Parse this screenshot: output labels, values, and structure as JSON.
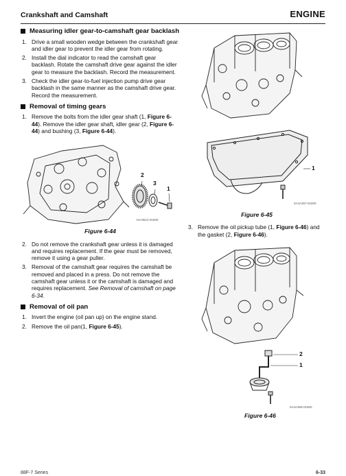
{
  "header": {
    "section_title": "Crankshaft and Camshaft",
    "chapter": "ENGINE"
  },
  "left": {
    "sec1": {
      "title": "Measuring idler gear-to-camshaft gear backlash",
      "steps": [
        {
          "n": "1.",
          "text": "Drive a small wooden wedge between the crankshaft gear and idler gear to prevent the idler gear from rotating."
        },
        {
          "n": "2.",
          "text": "Install the dial indicator to read the camshaft gear backlash. Rotate the camshaft drive gear against the idler gear to measure the backlash. Record the measurement."
        },
        {
          "n": "3.",
          "text": "Check the idler gear-to-fuel injection pump drive gear backlash in the same manner as the camshaft drive gear. Record the measurement."
        }
      ]
    },
    "sec2": {
      "title": "Removal of timing gears",
      "step1": {
        "n": "1.",
        "t1": "Remove the bolts from the idler gear shaft (1, ",
        "fig": "Figure 6-44",
        "t2": "). Remove the idler gear shaft, idler gear (2, ",
        "t3": ") and bushing (3, ",
        "t4": ")."
      }
    },
    "fig44": {
      "caption": "Figure 6-44",
      "callouts": [
        "1",
        "2",
        "3"
      ],
      "id": "A4A3512-01600"
    },
    "sec2b": {
      "steps": [
        {
          "n": "2.",
          "text": "Do not remove the crankshaft gear unless it is damaged and requires replacement. If the gear must be removed, remove it using a gear puller."
        },
        {
          "n": "3.",
          "text": "Removal of the camshaft gear requires the camshaft be removed and placed in a press. Do not remove the camshaft gear unless it or the camshaft is damaged and requires replacement. ",
          "see": "See Removal of camshaft on page 6-34",
          "end": "."
        }
      ]
    },
    "sec3": {
      "title": "Removal of oil pan",
      "steps": [
        {
          "n": "1.",
          "text": "Invert the engine (oil pan up) on the engine stand."
        },
        {
          "n": "2.",
          "text_a": "Remove the oil pan(1, ",
          "fig": "Figure 6-45",
          "text_b": ")."
        }
      ]
    }
  },
  "right": {
    "fig45": {
      "caption": "Figure 6-45",
      "callout": "1",
      "id": "0A4A357-01600"
    },
    "step3": {
      "n": "3.",
      "t1": "Remove the oil pickup tube (1, ",
      "fig": "Figure 6-46",
      "t2": ") and the gasket (2, ",
      "t3": ")."
    },
    "fig46": {
      "caption": "Figure 6-46",
      "callouts": [
        "2",
        "1"
      ],
      "id": "0A4A358-01600"
    }
  },
  "footer": {
    "left": "88F-7 Series",
    "right": "6-33"
  }
}
